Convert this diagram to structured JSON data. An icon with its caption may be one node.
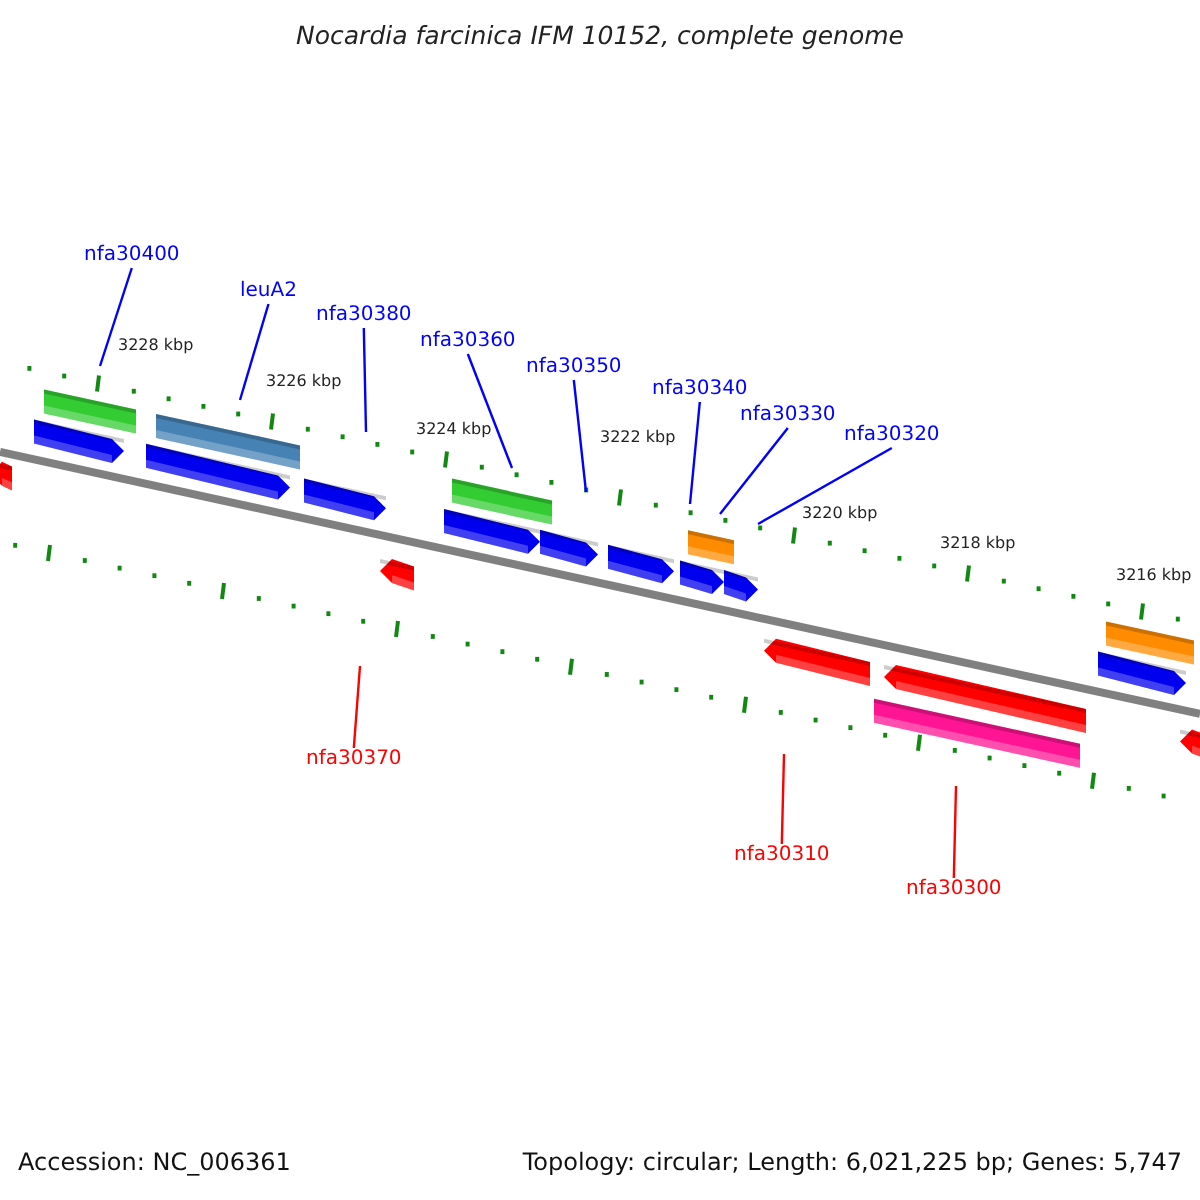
{
  "diagram": {
    "title": "Nocardia farcinica IFM 10152, complete genome",
    "nodes": [
      {
        "text": [
          "nfa30400"
        ]
      },
      {
        "text": [
          "leuA2"
        ]
      },
      {
        "text": [
          "nfa30380"
        ]
      },
      {
        "text": [
          "nfa30360"
        ]
      },
      {
        "text": [
          "nfa30350"
        ]
      },
      {
        "text": [
          "nfa30340"
        ]
      },
      {
        "text": [
          "nfa30330"
        ]
      },
      {
        "text": [
          "nfa30320"
        ]
      },
      {
        "text": [
          "nfa30370"
        ]
      },
      {
        "text": [
          "nfa30310"
        ]
      },
      {
        "text": [
          "nfa30300"
        ]
      }
    ],
    "edges": [
      {
        "from": 0,
        "to": null,
        "arrow": "none"
      },
      {
        "from": 1,
        "to": null,
        "arrow": "none"
      },
      {
        "from": 2,
        "to": null,
        "arrow": "none"
      },
      {
        "from": 3,
        "to": null,
        "arrow": "none"
      },
      {
        "from": 4,
        "to": null,
        "arrow": "none"
      },
      {
        "from": 5,
        "to": null,
        "arrow": "none"
      },
      {
        "from": 6,
        "to": null,
        "arrow": "none"
      },
      {
        "from": 7,
        "to": null,
        "arrow": "none"
      },
      {
        "from": 8,
        "to": null,
        "arrow": "none",
        "color": "#ff0000"
      },
      {
        "from": 9,
        "to": null,
        "arrow": "none",
        "color": "#ff0000"
      },
      {
        "from": 10,
        "to": null,
        "arrow": "none",
        "color": "#ff0000"
      }
    ],
    "labels": [
      "3228 kbp",
      "3226 kbp",
      "3224 kbp",
      "3222 kbp",
      "3220 kbp",
      "3218 kbp",
      "3216 kbp",
      "Accession: NC_006361",
      "Topology: circular; Length: 6,021,225 bp; Genes: 5,747"
    ]
  }
}
